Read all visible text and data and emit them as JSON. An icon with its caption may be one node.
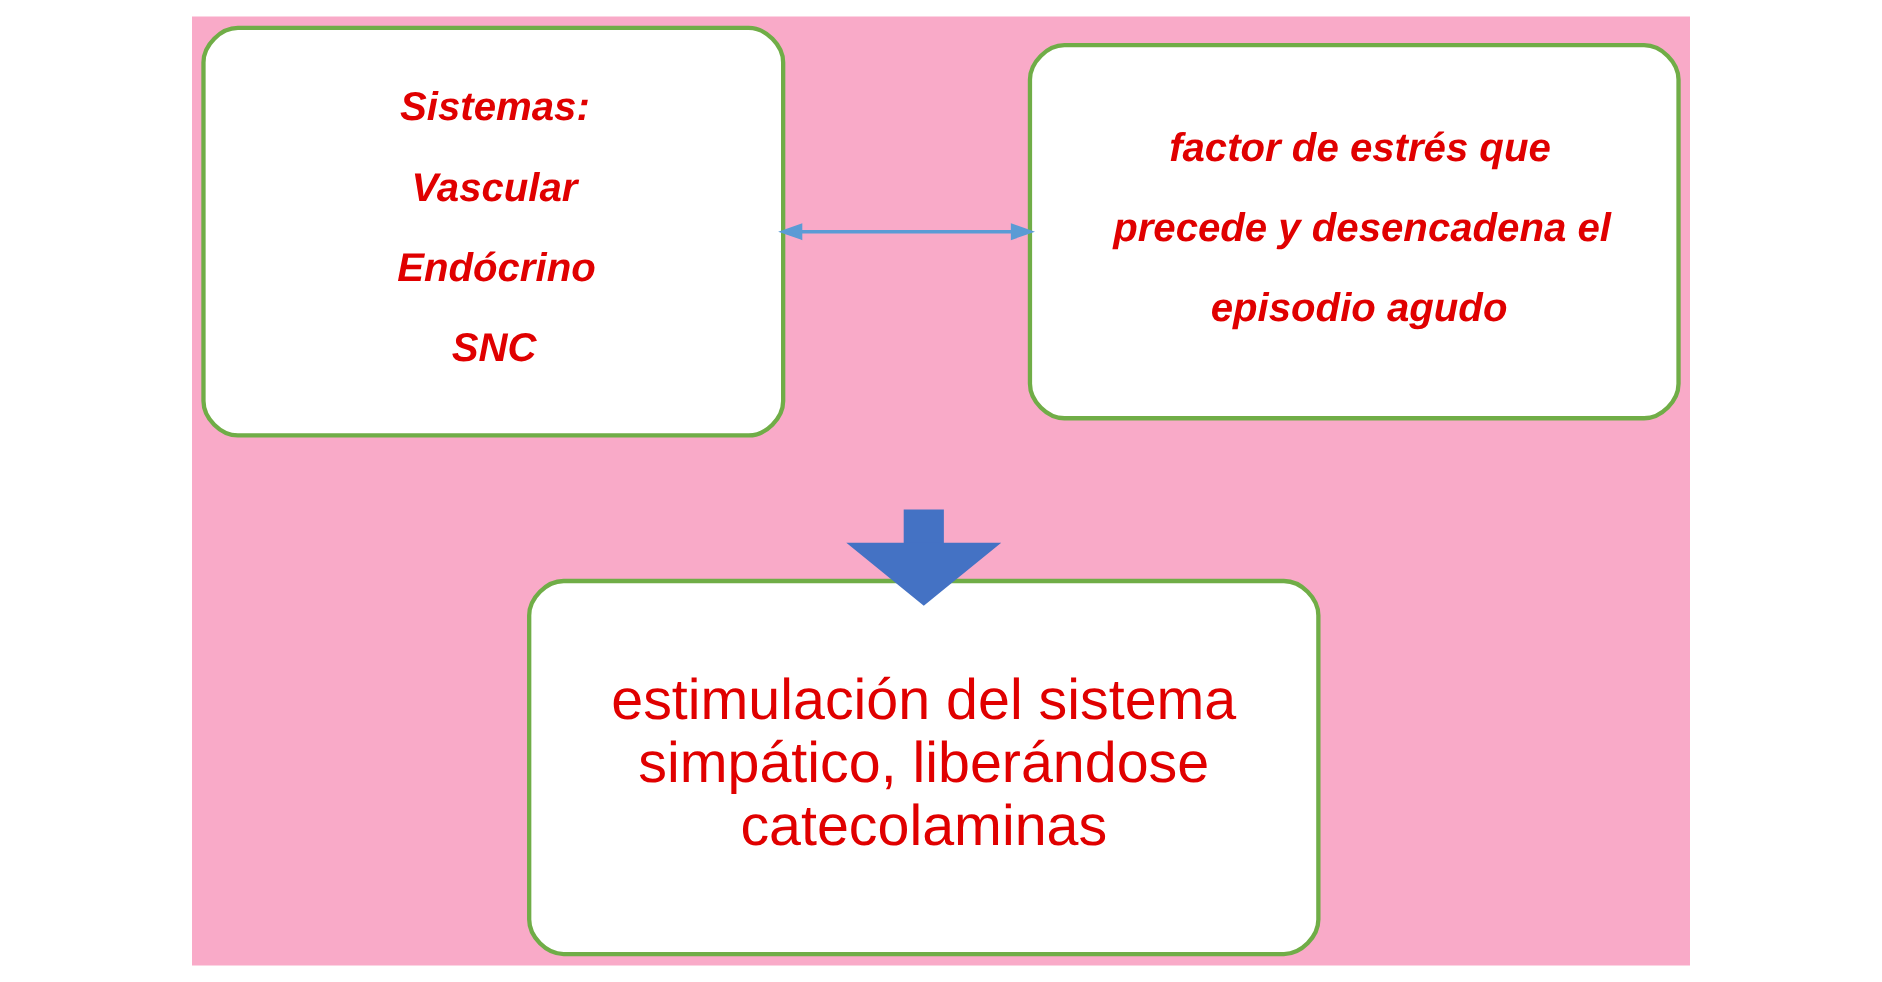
{
  "diagram": {
    "nodes": [
      {
        "text": [
          "Sistemas:",
          "Vascular",
          "Endócrino",
          "SNC"
        ]
      },
      {
        "text": [
          "factor de estrés que precede y desencadena el episodio agudo"
        ]
      },
      {
        "text": [
          "estimulación del sistema simpático, liberándose catecolaminas"
        ]
      }
    ],
    "edges": [
      {
        "from": 0,
        "to": 1,
        "arrow": "both",
        "color": "#5b9bd5"
      },
      {
        "from": null,
        "to": 2,
        "arrow": "to",
        "style": "thick",
        "color": "#4472c4"
      }
    ]
  }
}
